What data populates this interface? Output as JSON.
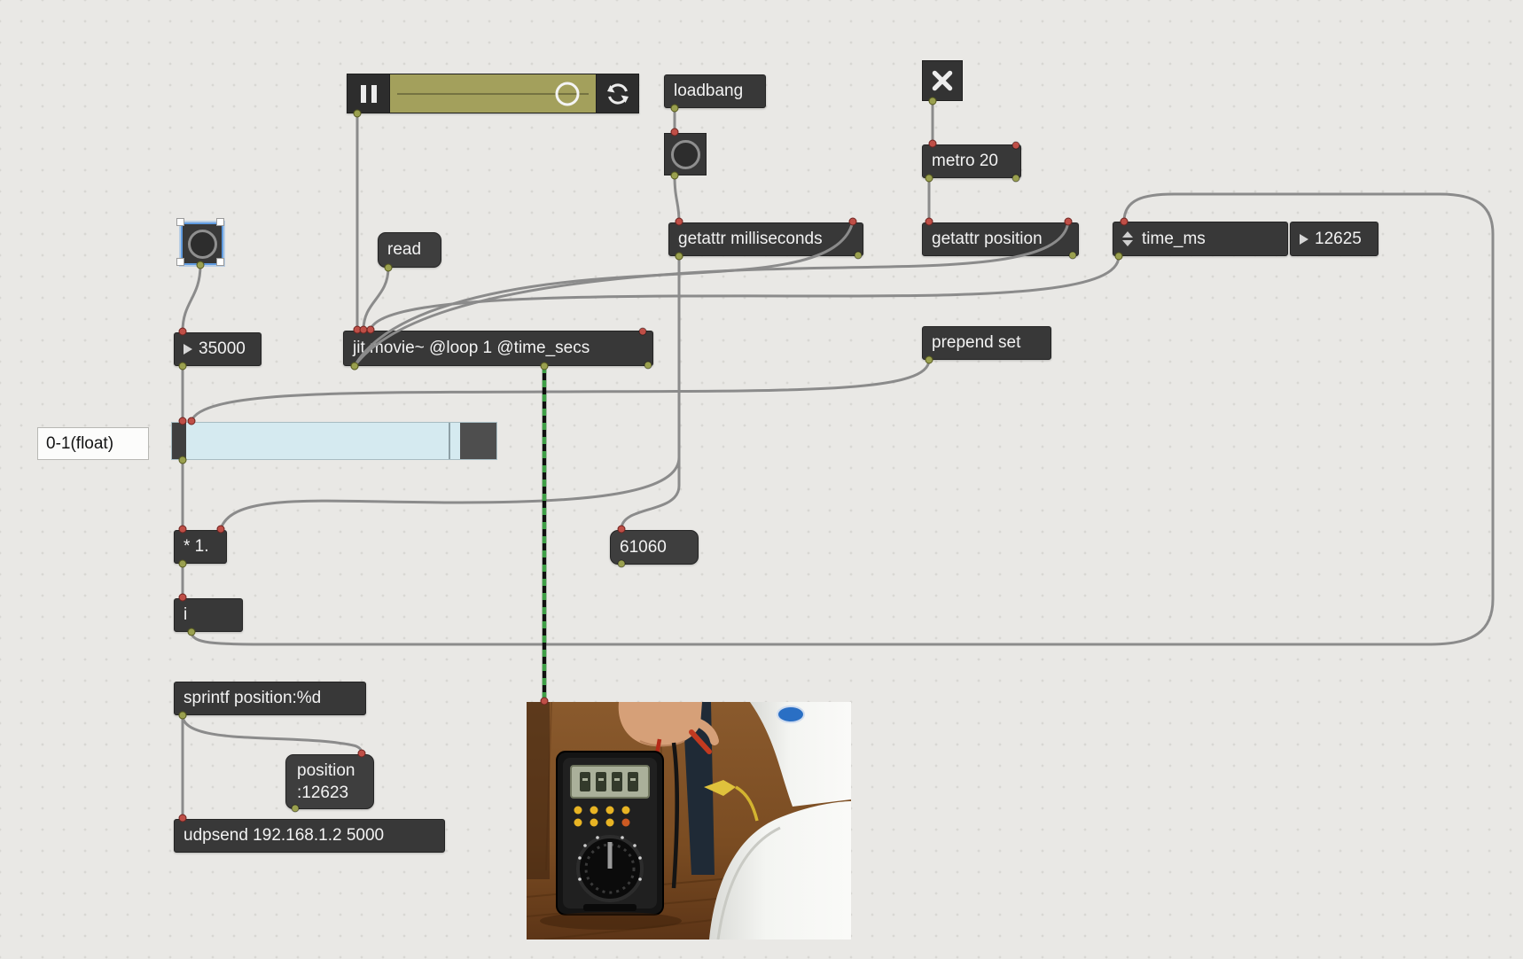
{
  "colors": {
    "canvas_bg": "#e9e8e5",
    "box_bg": "#383838",
    "box_text": "#f2f2f2",
    "playbar_track": "#a3a05c",
    "slider_fill": "#d5eaf0",
    "selection_blue": "#5f9be0",
    "jit_cord_green": "#3fa047",
    "cord_gray": "#8b8b8b",
    "inlet_red": "#bf4f47",
    "outlet_olive": "#9aa04f"
  },
  "boxes": {
    "loadbang": {
      "label": "loadbang"
    },
    "metro": {
      "label": "metro 20"
    },
    "getattr_milliseconds": {
      "label": "getattr milliseconds"
    },
    "getattr_position": {
      "label": "getattr position"
    },
    "time_ms": {
      "label": "time_ms",
      "value": "12625"
    },
    "movie_length": {
      "value": "35000"
    },
    "read": {
      "label": "read"
    },
    "jit_movie": {
      "label": "jit.movie~ @loop 1 @time_secs"
    },
    "prepend_set": {
      "label": "prepend set"
    },
    "comment": {
      "label": "0-1(float)"
    },
    "multiply": {
      "label": "* 1."
    },
    "milliseconds_message": {
      "label": "61060"
    },
    "int": {
      "label": "i"
    },
    "sprintf": {
      "label": "sprintf position:%d"
    },
    "position_message": {
      "line1": "position",
      "line2": ":12623"
    },
    "udpsend": {
      "label": "udpsend 192.168.1.2 5000"
    }
  }
}
